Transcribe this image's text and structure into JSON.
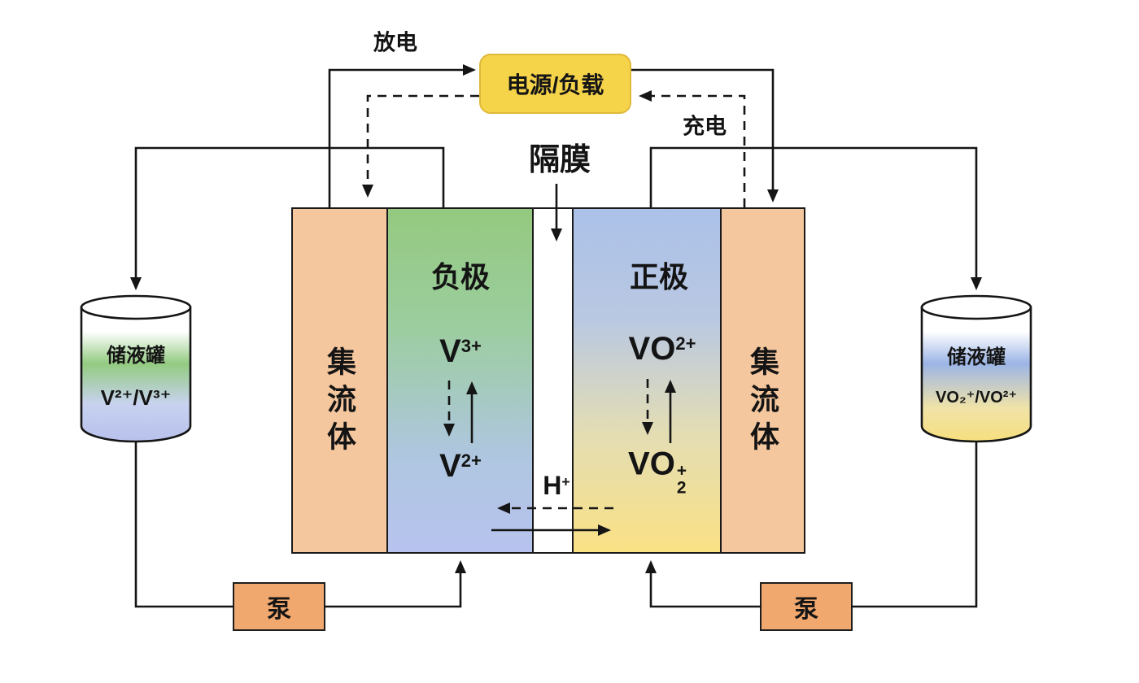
{
  "circuit": {
    "power_load_label": "电源/负载",
    "discharge_label": "放电",
    "charge_label": "充电"
  },
  "membrane": {
    "label": "隔膜",
    "proton": {
      "base": "H",
      "sup": "+"
    }
  },
  "cell": {
    "left_collector_label": "集流体",
    "right_collector_label": "集流体",
    "negative": {
      "title": "负极",
      "species_top": {
        "base": "V",
        "sup": "3+"
      },
      "species_bottom": {
        "base": "V",
        "sup": "2+"
      }
    },
    "positive": {
      "title": "正极",
      "species_top": {
        "base": "VO",
        "sup": "2+"
      },
      "species_bottom": {
        "base": "VO",
        "sup": "+",
        "sub": "2"
      }
    }
  },
  "tanks": {
    "left": {
      "title": "储液罐",
      "species": "V²⁺/V³⁺"
    },
    "right": {
      "title": "储液罐",
      "species": "VO₂⁺/VO²⁺"
    }
  },
  "pumps": {
    "left_label": "泵",
    "right_label": "泵"
  },
  "colors": {
    "collector": "#f5c79e",
    "power_box": "#f6d44a",
    "power_box_border": "#dfb93a",
    "pump": "#f1a86e",
    "negative_gradient_top": "#94c97f",
    "negative_gradient_bottom": "#b7c3ee",
    "positive_gradient_top": "#abc1e8",
    "positive_gradient_bottom": "#fae185",
    "tank_left_top": "#93cb81",
    "tank_left_bottom": "#b7c1ec",
    "tank_right_top": "#9cb5e6",
    "tank_right_bottom": "#f6df7d",
    "line": "#151515"
  }
}
